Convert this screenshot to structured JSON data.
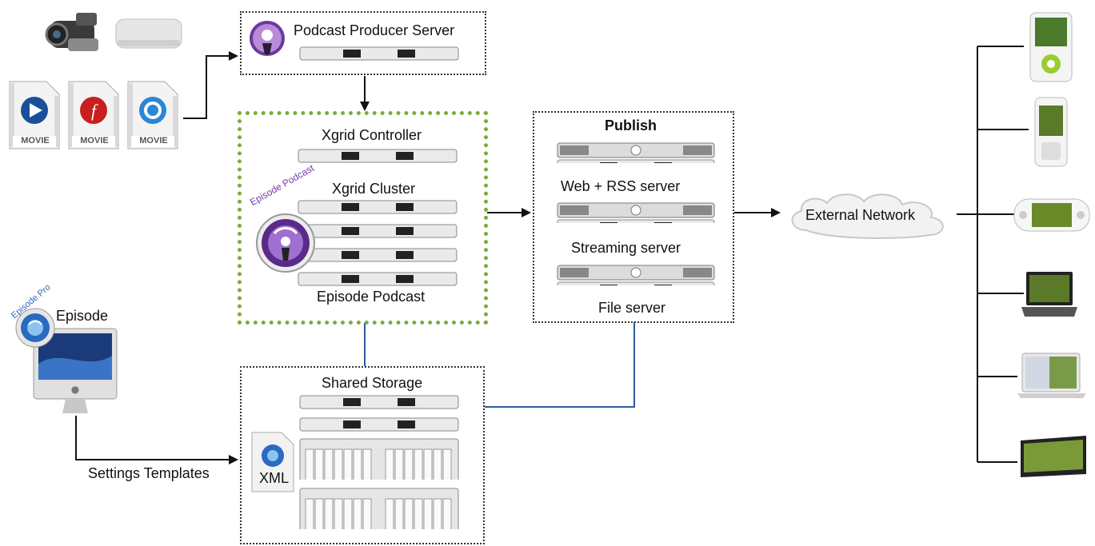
{
  "sources": {
    "camcorder": "camcorder-icon",
    "mac_mini": "mac-mini-icon",
    "movie_files": [
      {
        "badge": "MOVIE",
        "icon": "windows-media-icon"
      },
      {
        "badge": "MOVIE",
        "icon": "flash-icon"
      },
      {
        "badge": "MOVIE",
        "icon": "quicktime-icon"
      }
    ]
  },
  "podcast_producer": {
    "title": "Podcast Producer Server"
  },
  "xgrid": {
    "controller_label": "Xgrid Controller",
    "cluster_label": "Xgrid Cluster",
    "episode_label": "Episode Podcast",
    "badge_text": "Episode Podcast"
  },
  "publish": {
    "title": "Publish",
    "servers": [
      {
        "label": "Web + RSS server"
      },
      {
        "label": "Streaming server"
      },
      {
        "label": "File server"
      }
    ]
  },
  "network": {
    "label": "External Network"
  },
  "storage": {
    "title": "Shared Storage",
    "xml_label": "XML"
  },
  "episode_app": {
    "label": "Episode",
    "badge_text": "Episode Pro"
  },
  "settings_link": {
    "label": "Settings Templates"
  },
  "devices": [
    "ipod-nano-icon",
    "phone-icon",
    "psp-icon",
    "laptop-icon",
    "macbook-icon",
    "tv-icon"
  ],
  "colors": {
    "green_border": "#7cab3c",
    "blue_line": "#2a5a9a",
    "arrow": "#111111"
  }
}
